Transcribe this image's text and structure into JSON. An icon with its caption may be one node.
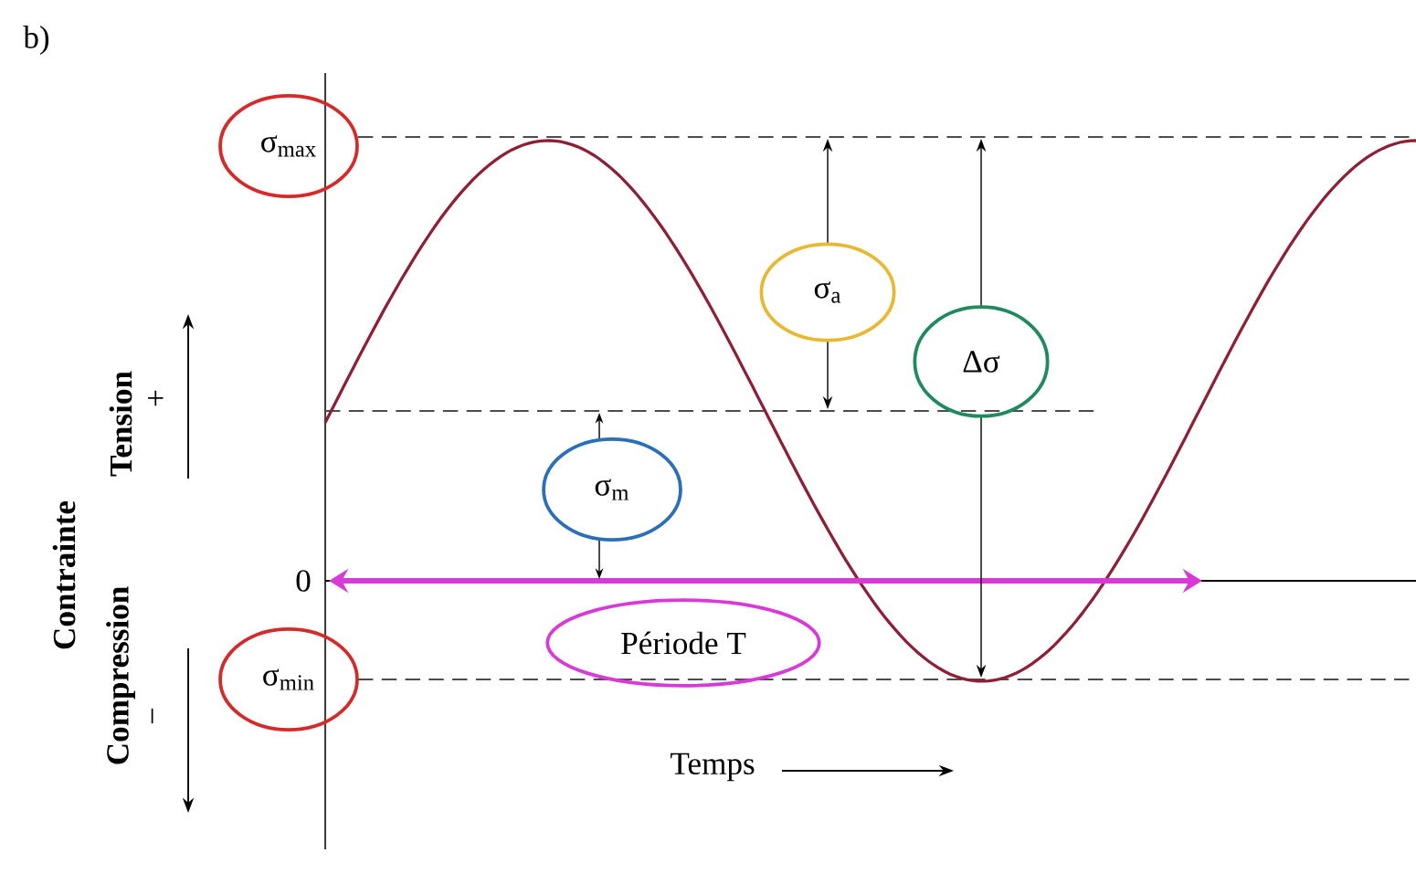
{
  "diagram": {
    "nodes": [
      {
        "text": [
          "σ$_{max}$"
        ]
      },
      {
        "text": [
          "σ$_{a}$"
        ]
      },
      {
        "text": [
          "Δσ"
        ]
      },
      {
        "text": [
          "σ$_{m}$"
        ]
      },
      {
        "text": [
          "Période T"
        ]
      },
      {
        "text": [
          "σ$_{min}$"
        ]
      }
    ],
    "labels": [
      "b)",
      "Contrainte",
      "Tension",
      "+",
      "0",
      "Compression",
      "−",
      "Temps"
    ]
  }
}
